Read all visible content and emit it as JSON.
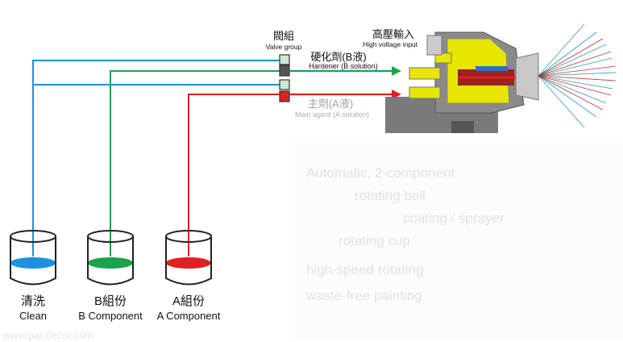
{
  "labels": {
    "valve_group_zh": "閥組",
    "valve_group_en": "Valve group",
    "hardener_zh": "硬化劑(B液)",
    "hardener_en": "Hardener (B solution)",
    "high_voltage_zh": "高壓輸入",
    "high_voltage_en": "High voltage input",
    "main_agent_zh": "主劑(A液)",
    "main_agent_en": "Main agent (A solution)"
  },
  "tanks": [
    {
      "zh": "清洗",
      "en": "Clean",
      "color": "#1e90e0"
    },
    {
      "zh": "B組份",
      "en": "B Component",
      "color": "#1aa34a"
    },
    {
      "zh": "A組份",
      "en": "A Component",
      "color": "#e02020"
    }
  ],
  "faded_text": {
    "lines": [
      "Automatic, 2-component",
      "rotating bell",
      "coating / sprayer",
      "rotating cup",
      "high-speed rotating",
      "waste-free painting"
    ],
    "watermark": "www.pacdecor.com"
  },
  "colors": {
    "clean": "#1e90e0",
    "b_component": "#1aa34a",
    "a_component": "#e02020",
    "gun_yellow": "#e6e600",
    "gun_gray": "#6e6e6e"
  }
}
